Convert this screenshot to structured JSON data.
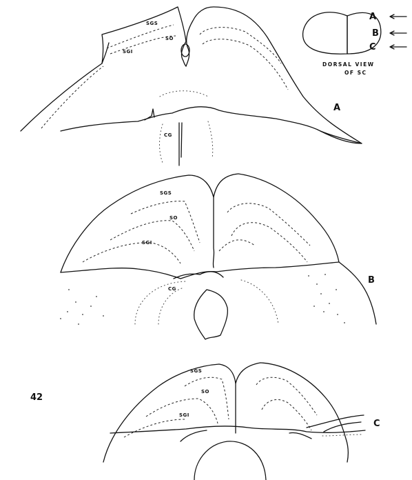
{
  "inset": {
    "markers": [
      "A",
      "B",
      "C"
    ],
    "caption_line1": "DORSAL VIEW",
    "caption_line2": "OF SC"
  },
  "sections": [
    {
      "id": "A",
      "label": "A",
      "layers": [
        "SGS",
        "SO",
        "SGI"
      ],
      "ventral": "CG"
    },
    {
      "id": "B",
      "label": "B",
      "layers": [
        "SGS",
        "SO",
        "SGI"
      ],
      "ventral": "CG"
    },
    {
      "id": "C",
      "label": "C",
      "layers": [
        "SGS",
        "SO",
        "SGI"
      ]
    }
  ],
  "figure_number": "42"
}
